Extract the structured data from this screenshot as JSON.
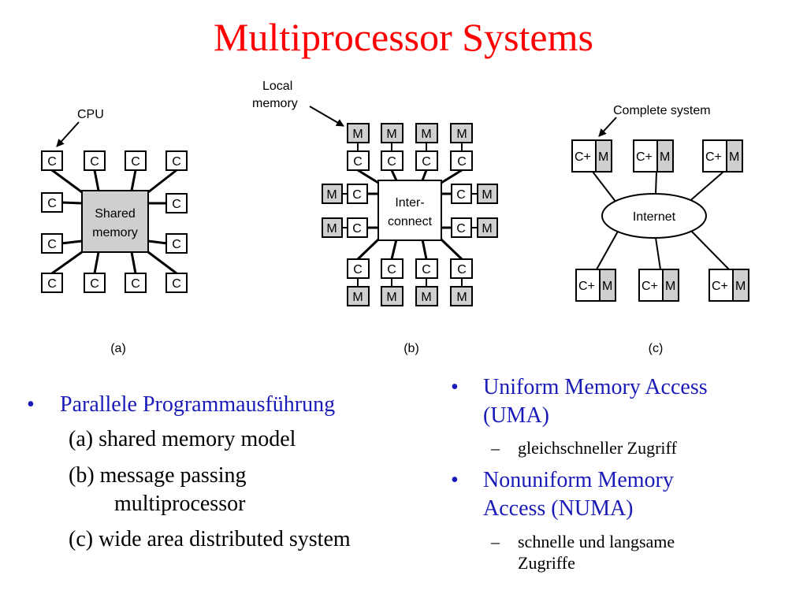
{
  "title": "Multiprocessor Systems",
  "diagram": {
    "a": {
      "caption": "(a)",
      "cpu_label": "CPU",
      "center_line1": "Shared",
      "center_line2": "memory",
      "cpu": "C"
    },
    "b": {
      "caption": "(b)",
      "local_line1": "Local",
      "local_line2": "memory",
      "center_line1": "Inter-",
      "center_line2": "connect",
      "cpu": "C",
      "mem": "M"
    },
    "c": {
      "caption": "(c)",
      "complete_label": "Complete system",
      "network": "Internet",
      "node_c": "C+",
      "node_m": "M"
    }
  },
  "left_list": {
    "bullet": "•",
    "heading": "Parallele Programmausführung",
    "items": [
      "(a) shared memory model",
      "(b) message passing",
      "multiprocessor",
      "(c) wide area distributed system"
    ]
  },
  "right_list": {
    "bullet": "•",
    "dash": "–",
    "uma_line1": "Uniform Memory Access",
    "uma_line2": "(UMA)",
    "uma_sub": "gleichschneller Zugriff",
    "numa_line1": "Nonuniform Memory",
    "numa_line2": "Access (NUMA)",
    "numa_sub_line1": "schnelle und langsame",
    "numa_sub_line2": "Zugriffe"
  }
}
